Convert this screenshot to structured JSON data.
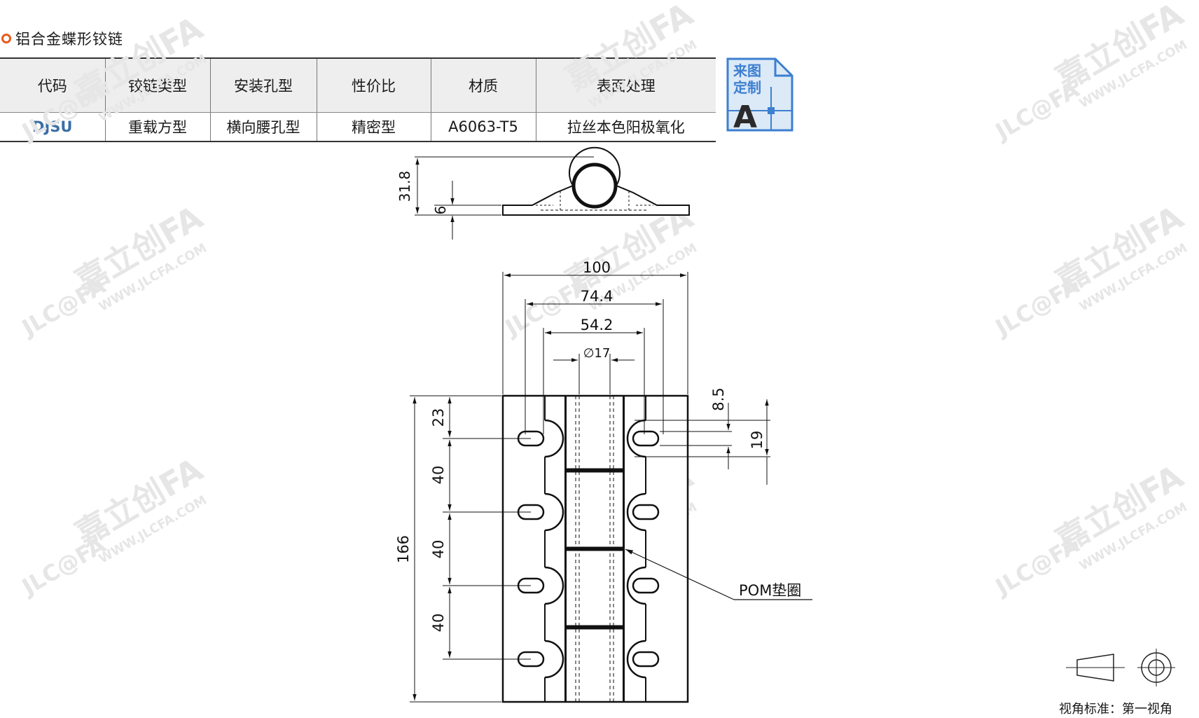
{
  "title": "铝合金蝶形铰链",
  "table": {
    "headers": [
      "代码",
      "铰链类型",
      "安装孔型",
      "性价比",
      "材质",
      "表面处理"
    ],
    "row": [
      "DJSU",
      "重载方型",
      "横向腰孔型",
      "精密型",
      "A6063-T5",
      "拉丝本色阳极氧化"
    ]
  },
  "badge": {
    "line1": "来图",
    "line2": "定制",
    "letter": "A"
  },
  "dimensions": {
    "side_height": "31.8",
    "side_base": "6",
    "width_total": "100",
    "hole_pitch_outer": "74.4",
    "hole_pitch_inner": "54.2",
    "pin_diameter": "∅17",
    "slot_width": "8.5",
    "slot_length": "19",
    "top_offset": "23",
    "pitch_1": "40",
    "pitch_2": "40",
    "pitch_3": "40",
    "total_length": "166"
  },
  "callout": "POM垫圈",
  "view_standard": "视角标准：第一视角",
  "colors": {
    "accent": "#e85a1c",
    "code": "#3a6ea5",
    "badge_blue": "#3d7fd0",
    "badge_fill": "#dce9f7"
  },
  "watermark": {
    "brand": "嘉立创FA",
    "url": "WWW.JLCFA.COM",
    "logo": "JLC@FA"
  }
}
